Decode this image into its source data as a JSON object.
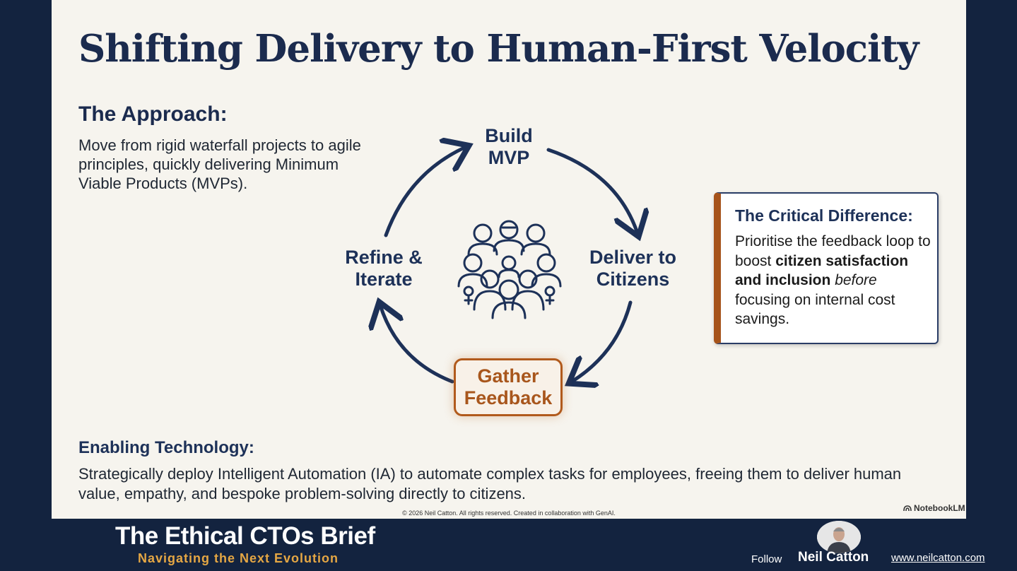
{
  "slide": {
    "title": "Shifting Delivery to Human-First Velocity",
    "approach": {
      "heading": "The Approach:",
      "body": "Move from rigid waterfall projects to agile principles, quickly delivering Minimum Viable Products (MVPs)."
    },
    "cycle": {
      "steps": [
        {
          "label": "Build\nMVP"
        },
        {
          "label": "Deliver to\nCitizens"
        },
        {
          "label": "Gather\nFeedback"
        },
        {
          "label": "Refine &\nIterate"
        }
      ],
      "center_icon": "people-group-icon"
    },
    "critical": {
      "heading": "The Critical Difference:",
      "body_1": "Prioritise the feedback loop to boost ",
      "body_bold": "citizen satisfaction and inclusion",
      "body_italic": "before",
      "body_2": " focusing on internal cost savings."
    },
    "enabling": {
      "heading": "Enabling Technology:",
      "body": "Strategically deploy Intelligent Automation (IA) to automate complex tasks for employees, freeing them to deliver human value, empathy, and bespoke problem-solving directly to citizens."
    },
    "copyright": "© 2026 Neil Catton. All rights reserved. Created in collaboration with GenAI.",
    "watermark": "NotebookLM"
  },
  "footer": {
    "title": "The Ethical CTOs Brief",
    "subtitle": "Navigating the Next Evolution",
    "follow": "Follow",
    "name": "Neil Catton",
    "website": "www.neilcatton.com"
  },
  "colors": {
    "navy": "#13233f",
    "slide_bg": "#f6f4ee",
    "heading": "#1d3158",
    "accent": "#a8561c",
    "gold": "#e5a744"
  }
}
